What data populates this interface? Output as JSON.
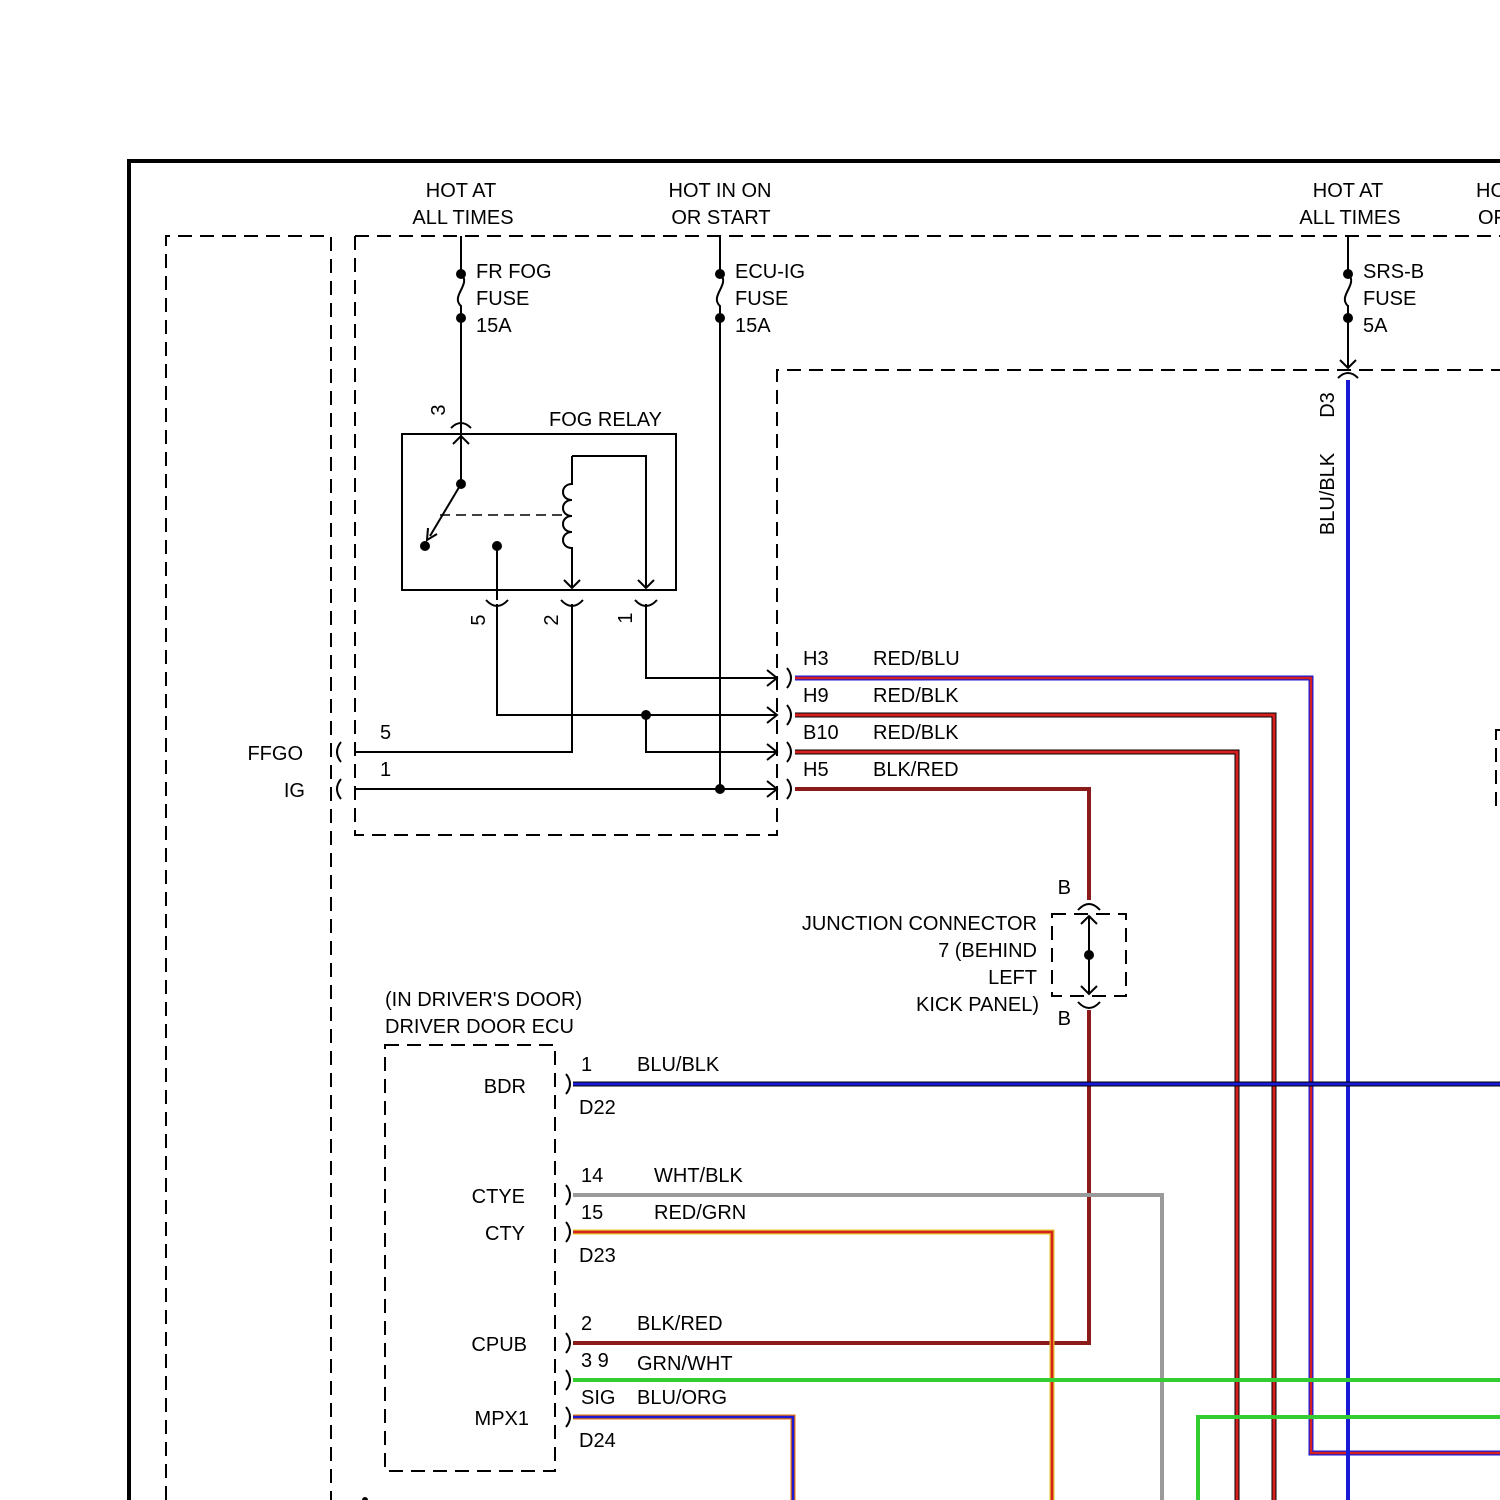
{
  "power_sources": {
    "hot_at_all_times_left": [
      "HOT AT",
      "ALL TIMES"
    ],
    "hot_in_on_or_start": [
      "HOT IN ON",
      "OR START"
    ],
    "hot_at_all_times_right": [
      "HOT AT",
      "ALL TIMES"
    ],
    "hot_partial": [
      "HO",
      "OF"
    ]
  },
  "fuses": {
    "fr_fog": [
      "FR FOG",
      "FUSE",
      "15A"
    ],
    "ecu_ig": [
      "ECU-IG",
      "FUSE",
      "15A"
    ],
    "srs_b": [
      "SRS-B",
      "FUSE",
      "5A"
    ]
  },
  "fog_relay": {
    "title": "FOG RELAY",
    "pins": {
      "p3": "3",
      "p5": "5",
      "p2": "2",
      "p1": "1"
    }
  },
  "ecu_left_pins": {
    "ffgo": "FFGO",
    "ffgo_num": "5",
    "ig": "IG",
    "ig_num": "1"
  },
  "connectors": {
    "h3": "H3",
    "h9": "H9",
    "b10": "B10",
    "h5": "H5",
    "d3": "D3"
  },
  "wire_colors": {
    "red_blu": "RED/BLU",
    "red_blk_1": "RED/BLK",
    "red_blk_2": "RED/BLK",
    "blk_red_1": "BLK/RED",
    "blu_blk_vertical": "BLU/BLK",
    "blu_blk_bdr": "BLU/BLK",
    "wht_blk": "WHT/BLK",
    "red_grn": "RED/GRN",
    "blk_red_2": "BLK/RED",
    "grn_wht": "GRN/WHT",
    "blu_org": "BLU/ORG"
  },
  "junction": {
    "lines": [
      "JUNCTION CONNECTOR",
      "7 (BEHIND",
      "LEFT",
      "KICK PANEL)"
    ],
    "top_label": "B",
    "bottom_label": "B"
  },
  "driver_door_ecu": {
    "location": "(IN DRIVER'S DOOR)",
    "title": "DRIVER DOOR ECU",
    "pins": {
      "bdr": "BDR",
      "bdr_num": "1",
      "bdr_conn": "D22",
      "ctye": "CTYE",
      "ctye_num": "14",
      "cty": "CTY",
      "cty_num": "15",
      "cty_conn": "D23",
      "cpub": "CPUB",
      "cpub_num": "2",
      "mpx_num": "3 9",
      "mpx_sig": "SIG",
      "mpx1": "MPX1",
      "mpx_conn": "D24"
    }
  },
  "line_colors": {
    "red": "#d62020",
    "dark_red": "#8b1a1a",
    "blue": "#1a1ad6",
    "green": "#33cc33",
    "gray": "#9a9a9a",
    "yellow": "#e0c020",
    "orange": "#e07010",
    "black": "#000000"
  }
}
